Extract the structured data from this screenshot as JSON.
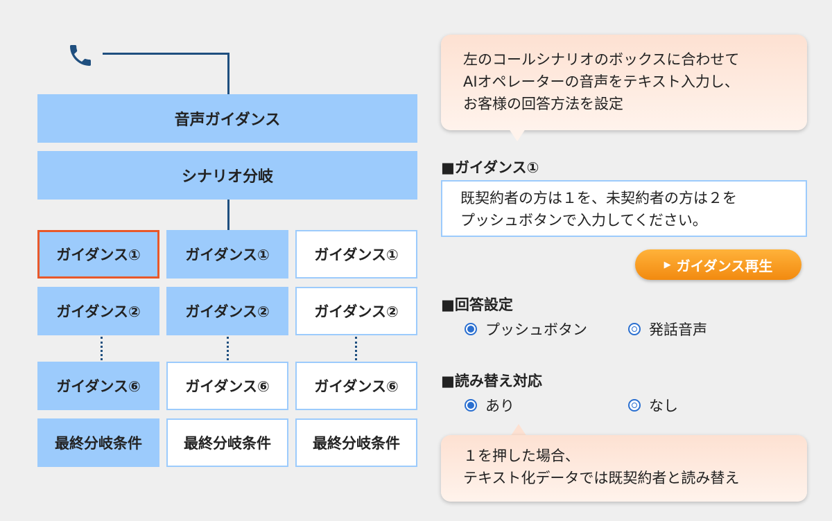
{
  "diagram": {
    "voice_guidance": "音声ガイダンス",
    "scenario_branch": "シナリオ分岐",
    "columns": [
      {
        "guidance1": "ガイダンス①",
        "guidance2": "ガイダンス②",
        "guidance6": "ガイダンス⑥",
        "final": "最終分岐条件"
      },
      {
        "guidance1": "ガイダンス①",
        "guidance2": "ガイダンス②",
        "guidance6": "ガイダンス⑥",
        "final": "最終分岐条件"
      },
      {
        "guidance1": "ガイダンス①",
        "guidance2": "ガイダンス②",
        "guidance6": "ガイダンス⑥",
        "final": "最終分岐条件"
      }
    ]
  },
  "panel": {
    "top_bubble": [
      "左のコールシナリオのボックスに合わせて",
      "AIオペレーターの音声をテキスト入力し、",
      "お客様の回答方法を設定"
    ],
    "guidance_heading": "■ガイダンス①",
    "guidance_text": [
      "既契約者の方は１を、未契約者の方は２を",
      "プッシュボタンで入力してください。"
    ],
    "play_button": "ガイダンス再生",
    "answer_heading": "■回答設定",
    "answer_option_1": "プッシュボタン",
    "answer_option_2": "発話音声",
    "reading_heading": "■読み替え対応",
    "reading_option_1": "あり",
    "reading_option_2": "なし",
    "bottom_bubble": [
      "１を押した場合、",
      "テキスト化データでは既契約者と読み替え"
    ]
  },
  "colors": {
    "box_blue": "#9ccbfc",
    "line_navy": "#1f4f7f",
    "selected_border": "#e8582a",
    "accent_orange": "#f28a10",
    "radio_blue": "#2a6fd0"
  },
  "icons": {
    "phone": "phone-icon",
    "play": "play-icon"
  }
}
